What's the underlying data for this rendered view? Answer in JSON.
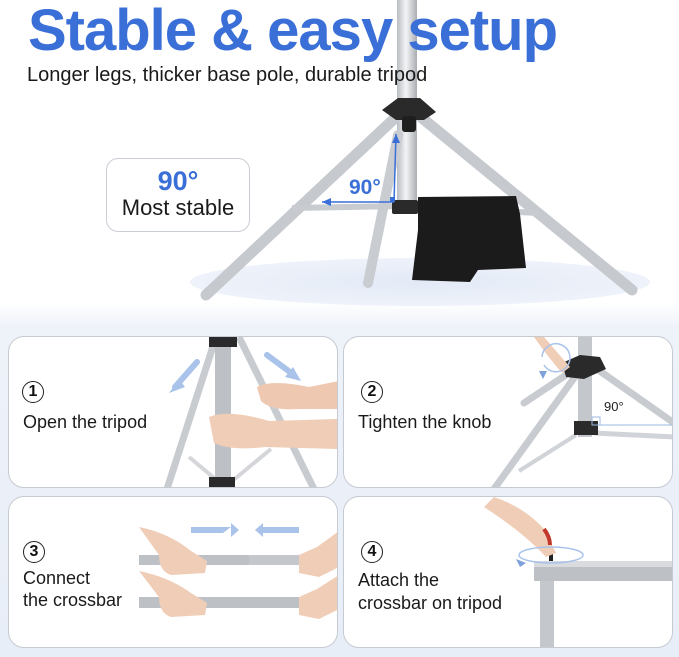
{
  "header": {
    "title": "Stable & easy setup",
    "subtitle": "Longer legs, thicker base pole, durable tripod"
  },
  "hero": {
    "callout_angle": "90°",
    "callout_label": "Most stable",
    "diagram_angle": "90°",
    "accent_color": "#3a6fd8"
  },
  "steps": [
    {
      "number": "1",
      "label": "Open the tripod"
    },
    {
      "number": "2",
      "label": "Tighten the knob",
      "angle": "90°"
    },
    {
      "number": "3",
      "label_line1": "Connect",
      "label_line2": "the crossbar"
    },
    {
      "number": "4",
      "label_line1": "Attach the",
      "label_line2": "crossbar on tripod"
    }
  ]
}
